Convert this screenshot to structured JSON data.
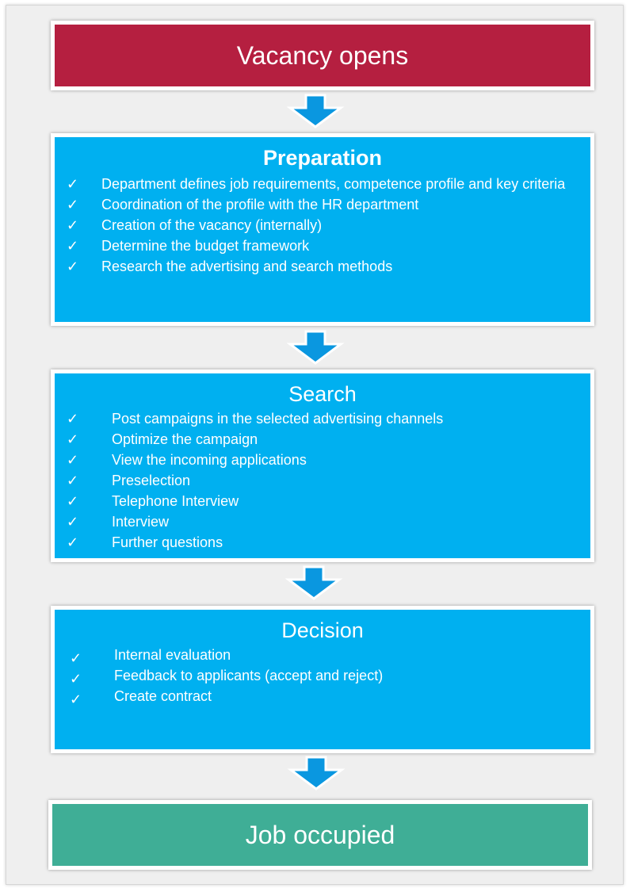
{
  "colors": {
    "start_box": "#b51f40",
    "step_box": "#00b0f0",
    "end_box": "#3fae96",
    "arrow": "#0a97e0",
    "background": "#efefef"
  },
  "start": {
    "label": "Vacancy opens"
  },
  "steps": [
    {
      "title": "Preparation",
      "items": [
        "Department defines job requirements, competence profile and key criteria",
        "Coordination of the profile with the HR department",
        "Creation of the vacancy (internally)",
        "Determine the budget framework",
        "Research the advertising and search methods"
      ]
    },
    {
      "title": "Search",
      "items": [
        "Post campaigns in the selected advertising channels",
        "Optimize the campaign",
        "View the incoming applications",
        "Preselection",
        "Telephone Interview",
        "Interview",
        "Further questions"
      ]
    },
    {
      "title": "Decision",
      "items": [
        "Internal evaluation",
        "Feedback to applicants (accept and reject)",
        "Create contract"
      ]
    }
  ],
  "end": {
    "label": "Job occupied"
  },
  "check_glyph": "✓"
}
